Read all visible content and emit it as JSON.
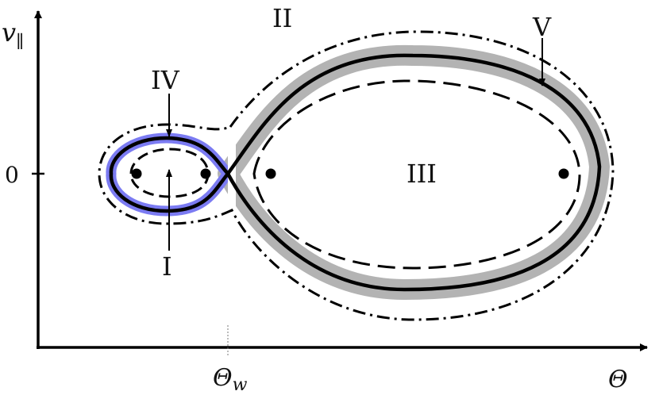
{
  "axes": {
    "y_label": "v",
    "y_label_sub": "∥",
    "x_label": "Θ",
    "x_marker_label": "Θ",
    "x_marker_sub": "w",
    "y_zero": "0"
  },
  "regions": {
    "I": "I",
    "II": "II",
    "III": "III",
    "IV": "IV",
    "V": "V"
  },
  "colors": {
    "axis": "#000000",
    "separatrix": "#000000",
    "trapped_left_band": "#7b7bf2",
    "boundary_band": "#b3b3b3"
  }
}
